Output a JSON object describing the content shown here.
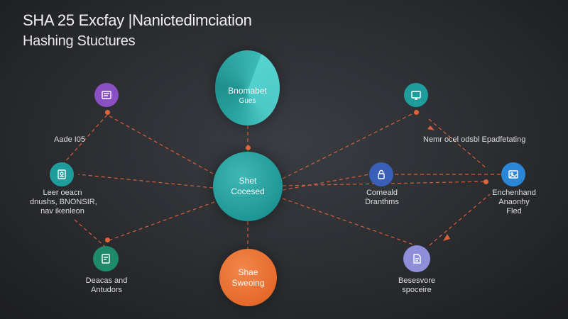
{
  "header": {
    "title": "SHA 25 Excfay |Nanictedimciation",
    "subtitle": "Hashing Stuctures"
  },
  "hubs": {
    "top": [
      "Bnomabet",
      "Gues"
    ],
    "center": [
      "Shet",
      "Cocesed"
    ],
    "bottom": [
      "Shae",
      "Sweoing"
    ]
  },
  "left": {
    "top_label": "Aade I05",
    "mid_label": [
      "Leer oeacn",
      "dnushs, BNONSIR,",
      "nav ikenleon"
    ],
    "bottom_label": [
      "Deacas and",
      "Antudors"
    ]
  },
  "right": {
    "top_label": "Nemr ocel odsbl Epadfetating",
    "inner_label": [
      "Comeald",
      "Dranthms"
    ],
    "outer_label": [
      "Enchenhand",
      "Anaonhy",
      "Fled"
    ],
    "bottom_label": [
      "Besesvore",
      "spoceire"
    ]
  },
  "colors": {
    "link": "#d9603a",
    "teal": "#22a3a3",
    "orange": "#e56a2c",
    "purple_icon": "#8a4fc2",
    "teal_icon": "#1f9c9c",
    "green_icon": "#1f8a6a",
    "blue_icon": "#3a5fb8",
    "bright_blue_icon": "#2a86d6",
    "lavender_icon": "#8e8fd8"
  },
  "icons": [
    "document-icon",
    "id-card-icon",
    "text-doc-icon",
    "screen-icon",
    "lock-icon",
    "image-icon",
    "file-icon"
  ]
}
